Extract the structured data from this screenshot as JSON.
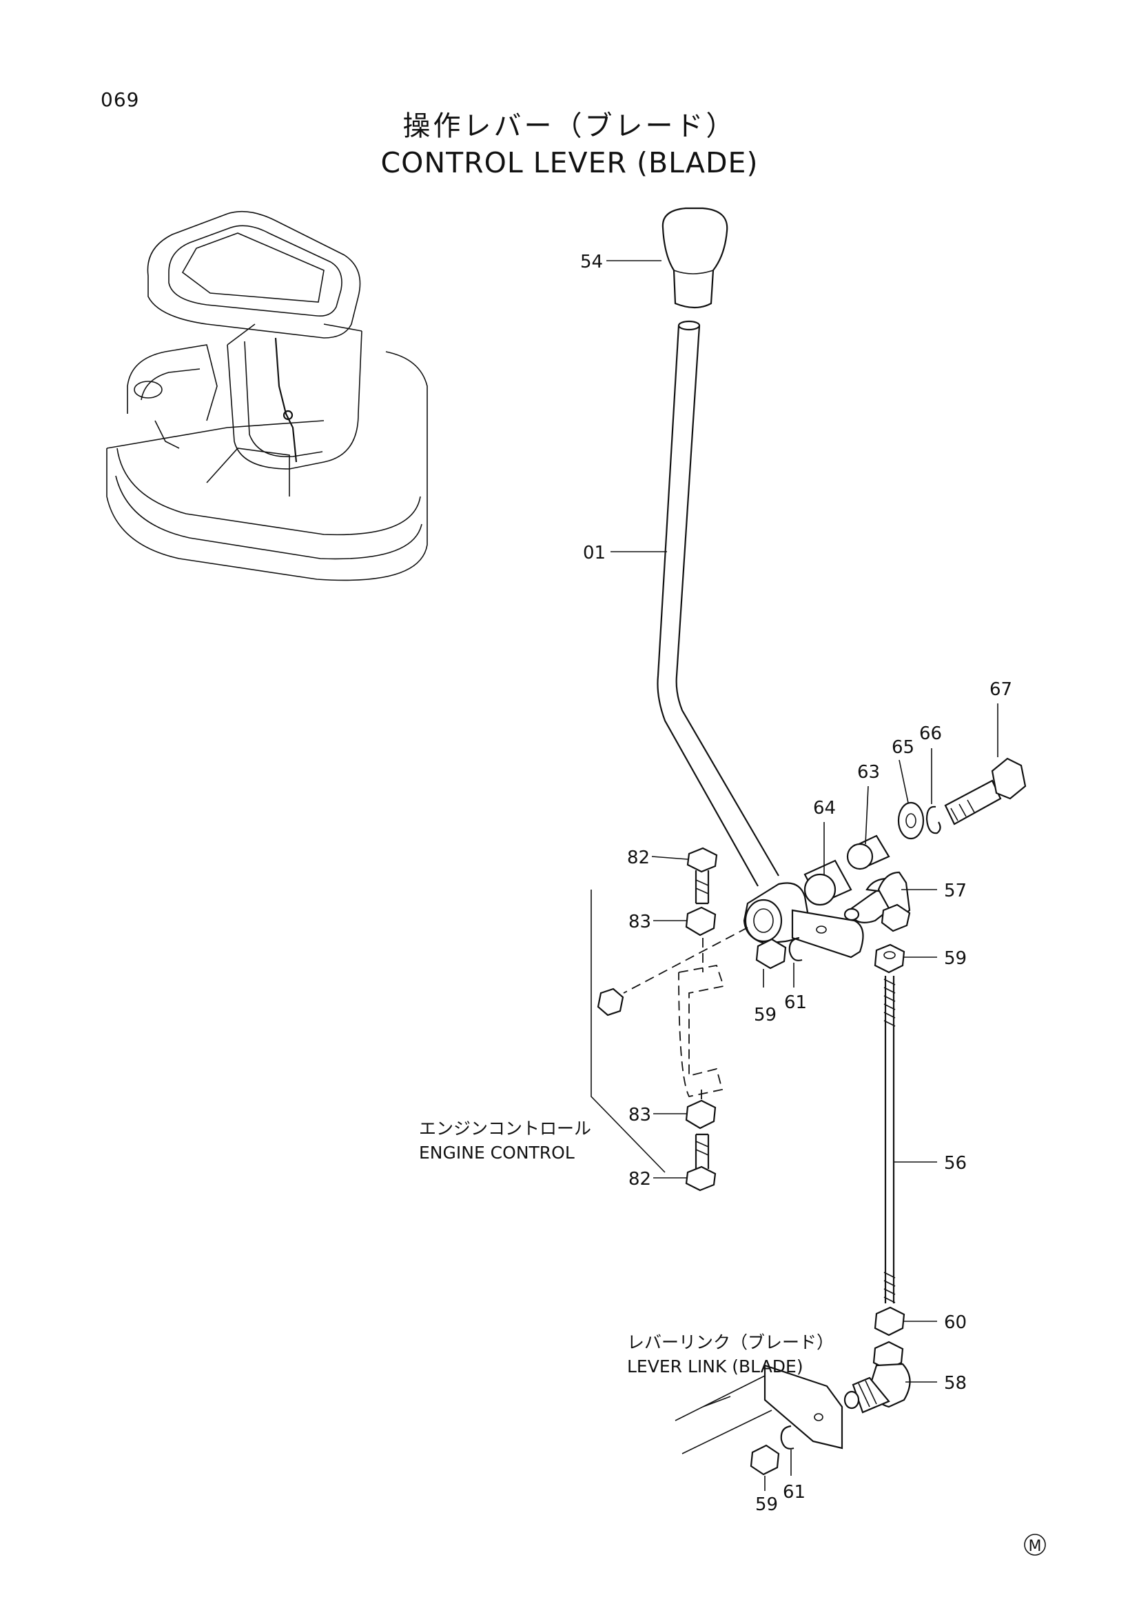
{
  "page": {
    "number": "069"
  },
  "title": {
    "jp": "操作レバー（ブレード）",
    "en": "CONTROL LEVER (BLADE)"
  },
  "callouts": [
    {
      "id": "54"
    },
    {
      "id": "01"
    },
    {
      "id": "67"
    },
    {
      "id": "66"
    },
    {
      "id": "65"
    },
    {
      "id": "63"
    },
    {
      "id": "64"
    },
    {
      "id": "82"
    },
    {
      "id": "57"
    },
    {
      "id": "83"
    },
    {
      "id": "59"
    },
    {
      "id": "59"
    },
    {
      "id": "61"
    },
    {
      "id": "83"
    },
    {
      "id": "82"
    },
    {
      "id": "56"
    },
    {
      "id": "60"
    },
    {
      "id": "58"
    },
    {
      "id": "59"
    },
    {
      "id": "61"
    }
  ],
  "notes": {
    "engine_control": {
      "jp": "エンジンコントロール",
      "en": "ENGINE CONTROL"
    },
    "lever_link": {
      "jp": "レバーリンク（ブレード）",
      "en": "LEVER LINK (BLADE)"
    }
  },
  "footer": {
    "mark": "M"
  }
}
